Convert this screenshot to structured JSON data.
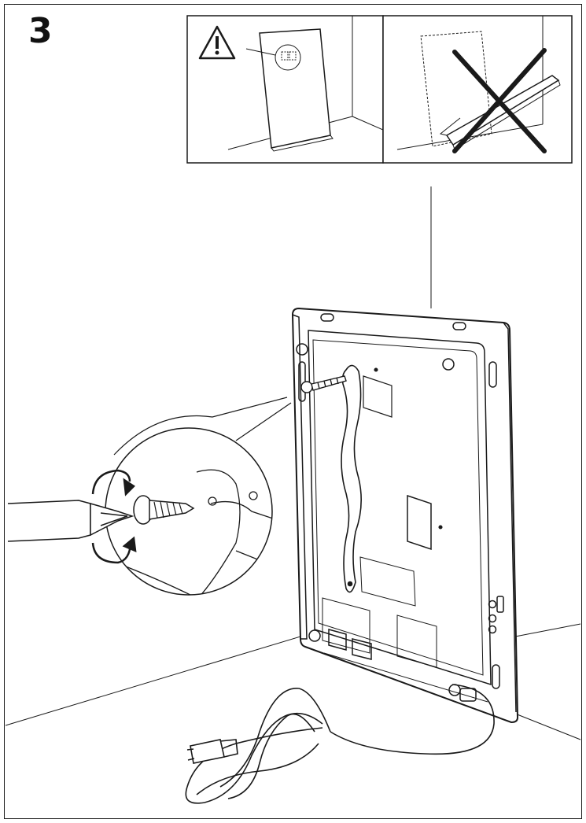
{
  "step": {
    "number": "3"
  },
  "panels": {
    "correct": {
      "icon": "warning-triangle-icon"
    },
    "incorrect": {
      "icon": "cross-mark-icon"
    }
  },
  "main_illustration": {
    "items": [
      "screwdriver-icon",
      "screw-icon",
      "wall-mount-bracket",
      "power-cable"
    ]
  },
  "colors": {
    "line": "#1a1a1a",
    "background": "#ffffff"
  }
}
